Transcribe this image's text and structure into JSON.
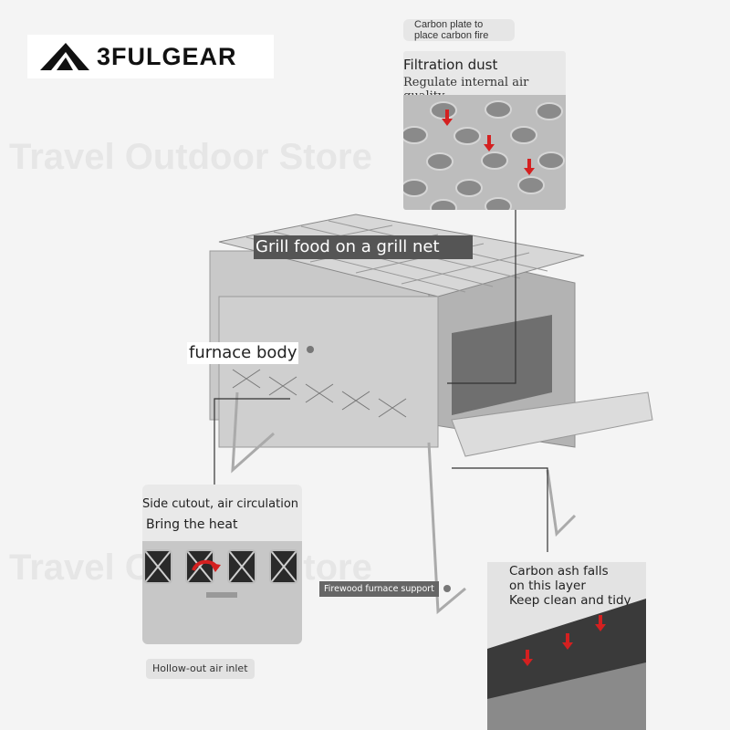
{
  "brand": {
    "name": "3FULGEAR"
  },
  "callouts": {
    "carbon_plate": "Carbon plate to\nplace carbon fire",
    "filtration_title": "Filtration dust",
    "filtration_sub": "Regulate internal air quality",
    "grill": "Grill food on a grill net",
    "furnace": "furnace body",
    "side_title": "Side cutout, air circulation",
    "side_sub": "Bring the heat",
    "firewood": "Firewood furnace support",
    "ash_line1": "Carbon ash falls",
    "ash_line2": "on this layer",
    "ash_line3": "Keep clean and tidy",
    "hollow": "Hollow-out air inlet"
  },
  "watermark": "Travel Outdoor Store",
  "colors": {
    "accent_red": "#d42020",
    "steel": "#c9c9c9",
    "label_dark": "#555555"
  }
}
